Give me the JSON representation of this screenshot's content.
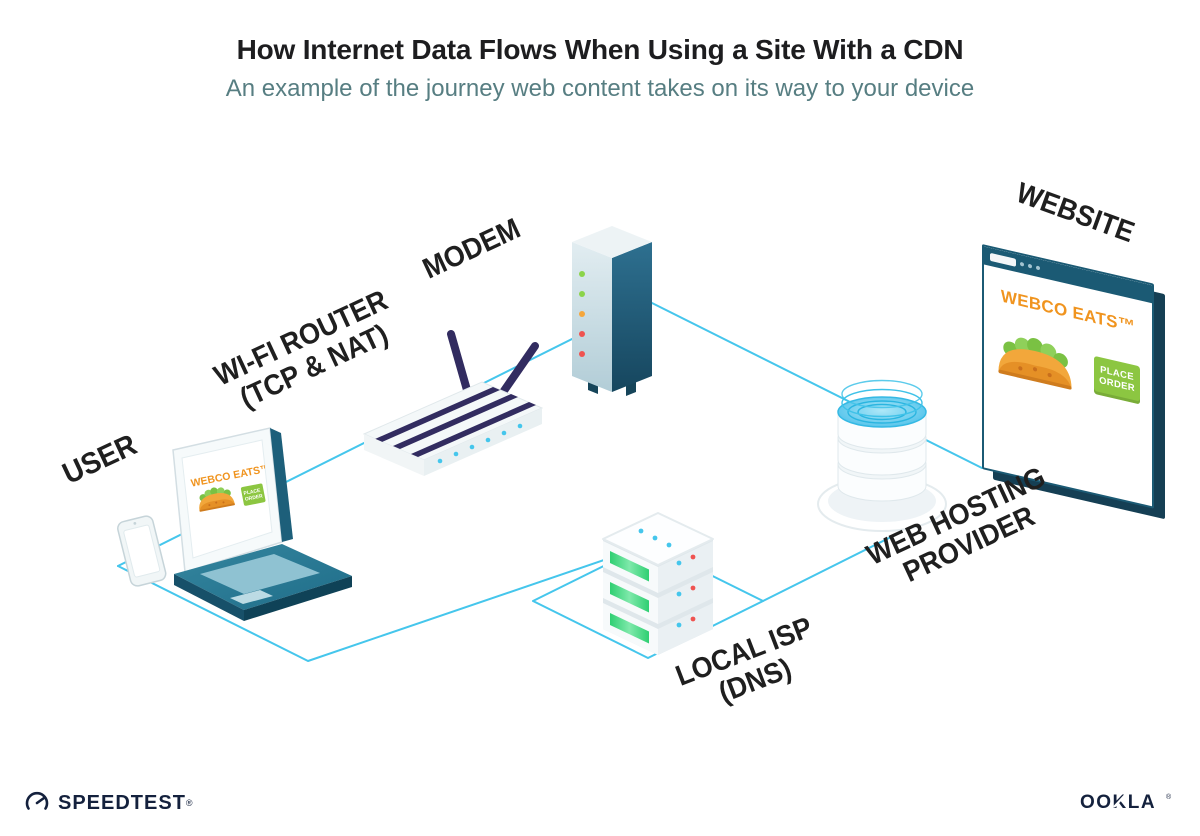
{
  "header": {
    "title": "How Internet Data Flows When Using a Site With a CDN",
    "subtitle": "An example of the journey web content takes on its way to your device"
  },
  "nodes": {
    "user": {
      "label": "USER"
    },
    "wifi_router": {
      "label_line1": "WI-FI ROUTER",
      "label_line2": "(TCP & NAT)"
    },
    "modem": {
      "label": "MODEM",
      "led_colors": [
        "#8bd44a",
        "#8bd44a",
        "#f5a63b",
        "#ef5350",
        "#ef5350"
      ]
    },
    "local_isp": {
      "label_line1": "LOCAL ISP",
      "label_line2": "(DNS)"
    },
    "web_hosting": {
      "label_line1": "WEB HOSTING",
      "label_line2": "PROVIDER"
    },
    "website": {
      "label": "WEBSITE"
    }
  },
  "device_screens": {
    "site_name": "WEBCO EATS™",
    "order_button_line1": "PLACE",
    "order_button_line2": "ORDER"
  },
  "footer": {
    "speedtest_label": "SPEEDTEST",
    "speedtest_mark": "®",
    "ookla_label": "OOKLA",
    "ookla_mark": "®"
  },
  "colors": {
    "connection_line": "#45c6ec",
    "accent_orange": "#f0941f",
    "button_green": "#8cc641",
    "server_panel_green": "#3fd978",
    "device_navy": "#322c60",
    "frame_teal": "#1b5a74",
    "title_text": "#1d1d1f",
    "subtitle_text": "#577e82",
    "footer_text": "#14213d"
  }
}
